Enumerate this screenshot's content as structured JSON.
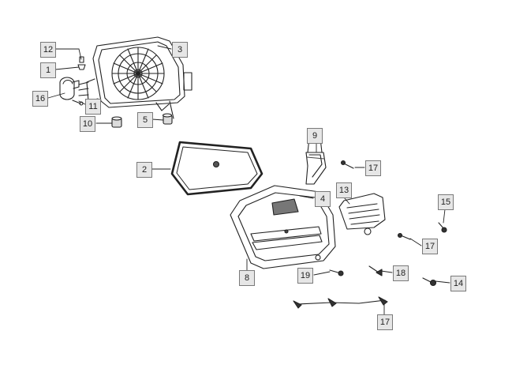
{
  "diagram": {
    "callouts": [
      "12",
      "1",
      "3",
      "16",
      "11",
      "10",
      "5",
      "9",
      "17",
      "2",
      "4",
      "13",
      "15",
      "17",
      "8",
      "19",
      "18",
      "14",
      "17"
    ]
  }
}
